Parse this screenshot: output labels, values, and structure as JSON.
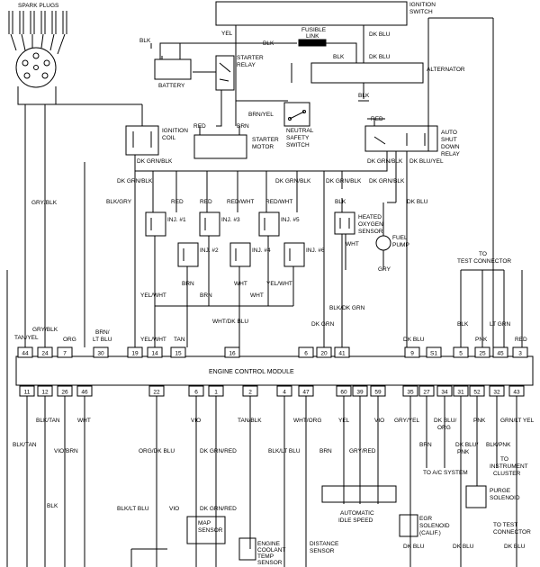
{
  "components": {
    "spark_plugs": "SPARK PLUGS",
    "ignition_switch": [
      "IGNITION",
      "SWITCH"
    ],
    "fusible_link": [
      "FUSIBLE",
      "LINK"
    ],
    "alternator": "ALTERNATOR",
    "starter_relay": [
      "STARTER",
      "RELAY"
    ],
    "battery": "BATTERY",
    "ignition_coil": [
      "IGNITION",
      "COIL"
    ],
    "starter_motor": [
      "STARTER",
      "MOTOR"
    ],
    "neutral_safety_switch": [
      "NEUTRAL",
      "SAFETY",
      "SWITCH"
    ],
    "asd_relay": [
      "AUTO",
      "SHUT",
      "DOWN",
      "RELAY"
    ],
    "heated_o2": [
      "HEATED",
      "OXYGEN",
      "SENSOR"
    ],
    "fuel_pump": [
      "FUEL",
      "PUMP"
    ],
    "test_connector_top": [
      "TO",
      "TEST CONNECTOR"
    ],
    "ecm": "ENGINE CONTROL MODULE",
    "to_ac_system": "TO A/C SYSTEM",
    "to_instrument_cluster": [
      "TO",
      "INSTRUMENT",
      "CLUSTER"
    ],
    "purge_solenoid": [
      "PURGE",
      "SOLENOID"
    ],
    "egr_solenoid": [
      "EGR",
      "SOLENOID",
      "(CALIF.)"
    ],
    "test_connector_bottom": [
      "TO TEST",
      "CONNECTOR"
    ],
    "map_sensor": [
      "MAP",
      "SENSOR"
    ],
    "coolant_temp_sensor": [
      "ENGINE",
      "COOLANT",
      "TEMP",
      "SENSOR"
    ],
    "distance_sensor": [
      "DISTANCE",
      "SENSOR"
    ],
    "automatic_idle_speed": [
      "AUTOMATIC",
      "IDLE SPEED"
    ]
  },
  "injectors": [
    "INJ. #1",
    "INJ. #2",
    "INJ. #3",
    "INJ. #4",
    "INJ. #5",
    "INJ. #6"
  ],
  "top_pins": [
    "44",
    "24",
    "7",
    "30",
    "19",
    "14",
    "15",
    "16",
    "6",
    "20",
    "41",
    "9",
    "S1",
    "5",
    "25",
    "45",
    "3"
  ],
  "bottom_pins": [
    "11",
    "12",
    "26",
    "46",
    "22",
    "6",
    "1",
    "2",
    "4",
    "47",
    "60",
    "39",
    "59",
    "35",
    "27",
    "34",
    "31",
    "52",
    "32",
    "43"
  ],
  "wire_labels": {
    "yel": "YEL",
    "blk": "BLK",
    "dk_blu": "DK BLU",
    "red": "RED",
    "brn": "BRN",
    "brn_yel": "BRN/YEL",
    "dk_grn_blk": "DK GRN/BLK",
    "blk_gry": "BLK/GRY",
    "red_wht": "RED/WHT",
    "wht": "WHT",
    "gry": "GRY",
    "dk_blu_yel": "DK BLU/YEL",
    "gry_blk": "GRY/BLK",
    "tan_yel": "TAN/YEL",
    "org": "ORG",
    "brn_lt_blu": [
      "BRN/",
      "LT BLU"
    ],
    "yel_wht": "YEL/WHT",
    "tan": "TAN",
    "wht_dk_blu": "WHT/DK BLU",
    "dk_grn": "DK GRN",
    "blk_dk_grn": "BLK/DK GRN",
    "pnk": "PNK",
    "lt_grn": "LT GRN",
    "blk_tan": "BLK/TAN",
    "vio_brn": "VIO/BRN",
    "org_dk_blu": "ORG/DK BLU",
    "dk_grn_red": "DK GRN/RED",
    "vio": "VIO",
    "tan_blk": "TAN/BLK",
    "wht_org": "WHT/ORG",
    "blk_lt_blu": "BLK/LT BLU",
    "gry_red": "GRY/RED",
    "gry_yel": "GRY/YEL",
    "dk_blu_org": [
      "DK BLU/",
      "ORG"
    ],
    "dk_blu_pnk": [
      "DK BLU/",
      "PNK"
    ],
    "blk_pnk": "BLK/PNK",
    "grn_lt_yel": "GRN/LT YEL"
  }
}
